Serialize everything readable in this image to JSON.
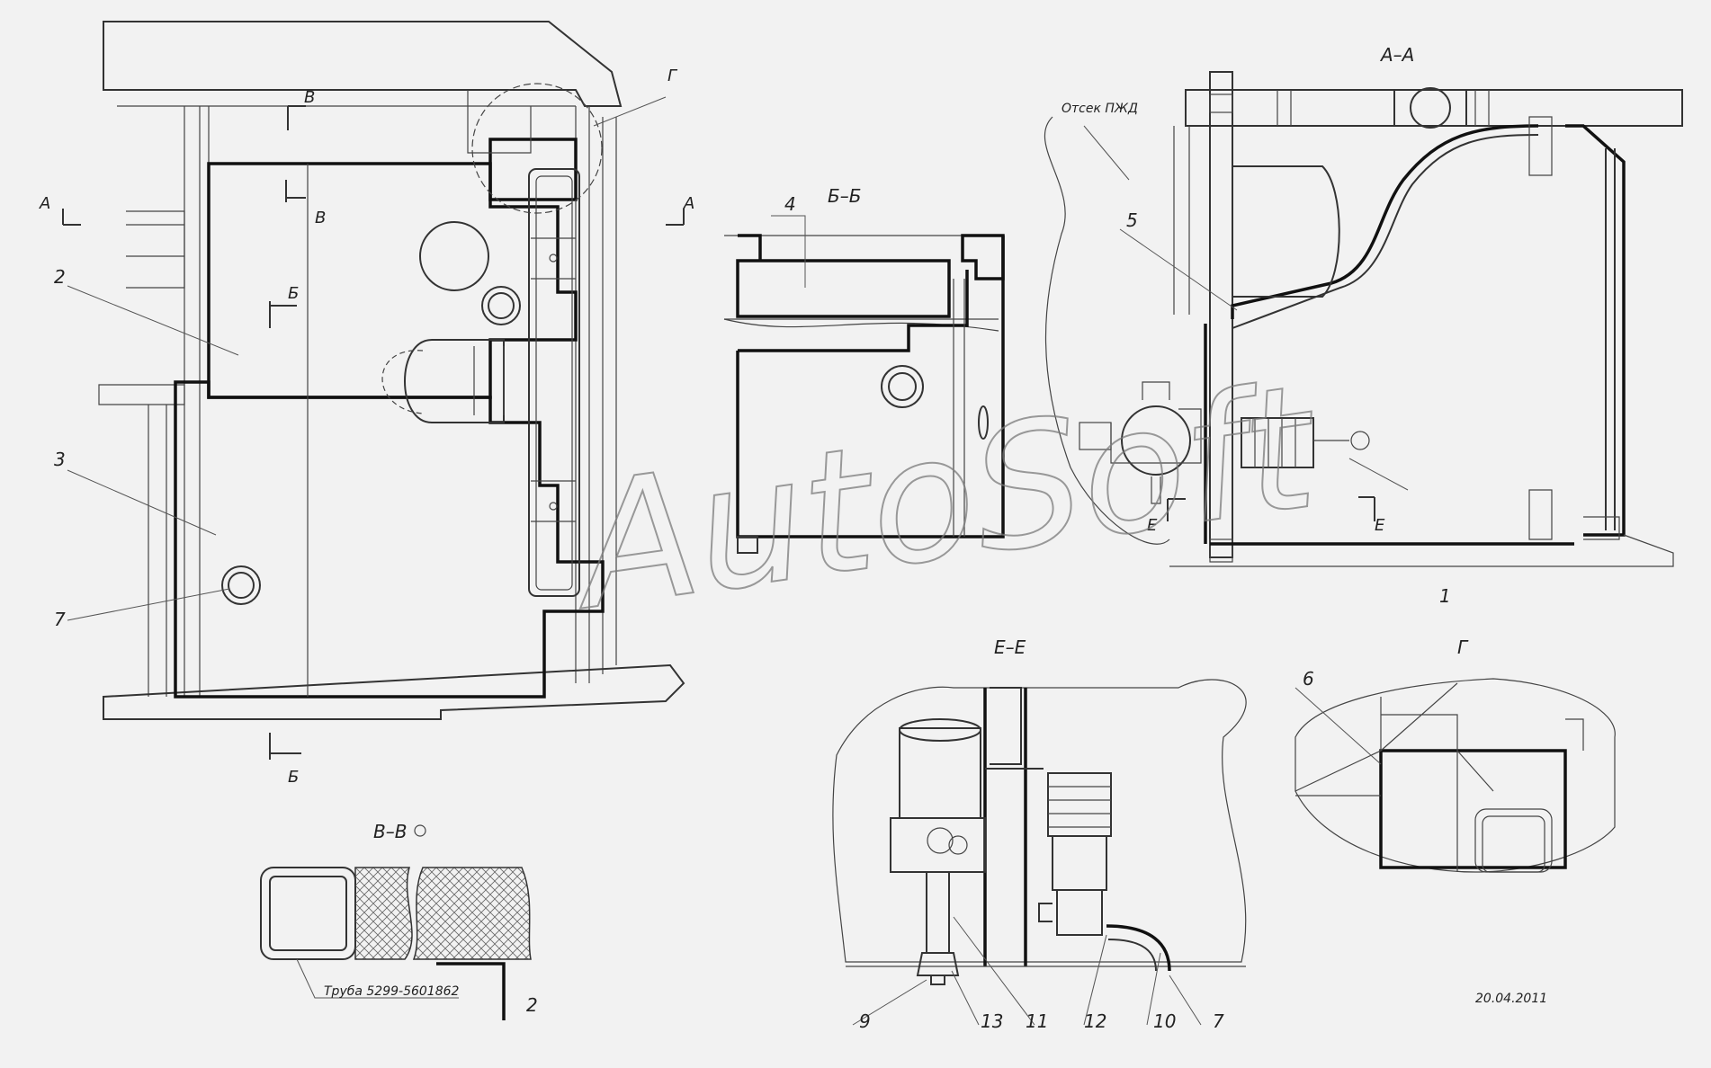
{
  "watermark": "AutoSoft",
  "date": "20.04.2011",
  "compartment_note": "Отсек ПЖД",
  "pipe_note": "Труба 5299-5601862",
  "views": {
    "aa": "А–А",
    "bb": "Б–Б",
    "vv": "В–В",
    "ee": "Е–Е",
    "g": "Г"
  },
  "section_marks": {
    "a": "А",
    "b": "Б",
    "v": "В",
    "e": "Е",
    "g": "Г"
  },
  "callouts": {
    "n1": "1",
    "n2": "2",
    "n3": "3",
    "n4": "4",
    "n5": "5",
    "n6": "6",
    "n7": "7",
    "n9": "9",
    "n10": "10",
    "n11": "11",
    "n12": "12",
    "n13": "13"
  }
}
